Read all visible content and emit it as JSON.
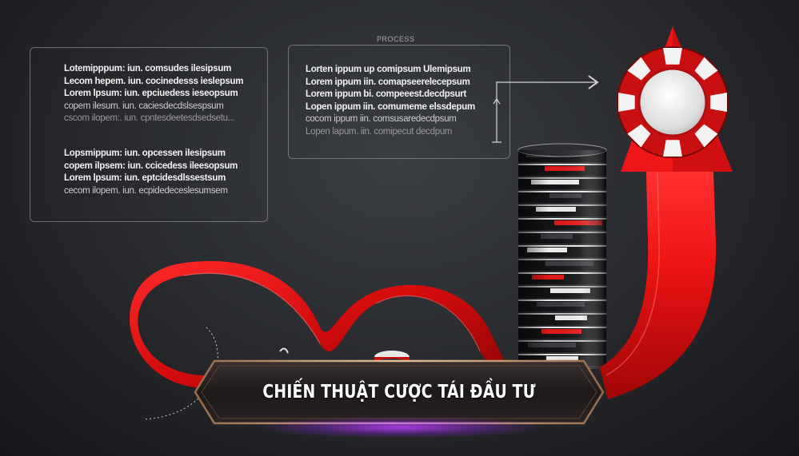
{
  "process_label": "PROCESS",
  "left_box": {
    "group1": [
      "Lotemipppum: iun. comsudes ilesipsum",
      "Lecom hepem. iun. cocinedesss ieslepsum",
      "Lorem lpsum: iun. epciuedess ieseopsum",
      "copem ilesum. iun. caciesdecdslsespsum",
      "cscom ilopem:. iun. cpntesdeetesdsedsetu..."
    ],
    "group2": [
      "Lopsmippum: iun. opcessen ilesipsum",
      "copem ilpsem: iun. ccicedess ileesopsum",
      "Lorem lpsum: iun. eptcidesdlssestsum",
      "cecom ilopem. iun. ecpidedeceslesumsem"
    ]
  },
  "right_box": {
    "lines": [
      "Lorten ippum up comipsum Ulemipsum",
      "Lorem ippum iin. comapseerelecepsum",
      "Lorem ippum bi. compeeest.decdpsurt",
      "Lopen ippum iin. comumeme elssdepum",
      "cocom ippum iin. comsusaredecdpsum",
      "Lopen lapum. iin. comipecut decdpum"
    ]
  },
  "title": "CHIẾN THUẬT CƯỢC TÁI ĐẦU TƯ",
  "colors": {
    "background": "#26282c",
    "accent_red": "#e01010",
    "chip_black": "#111214",
    "chip_white": "#e8e8e8",
    "banner_border": "#c89a6a",
    "glow": "#b040ff"
  }
}
